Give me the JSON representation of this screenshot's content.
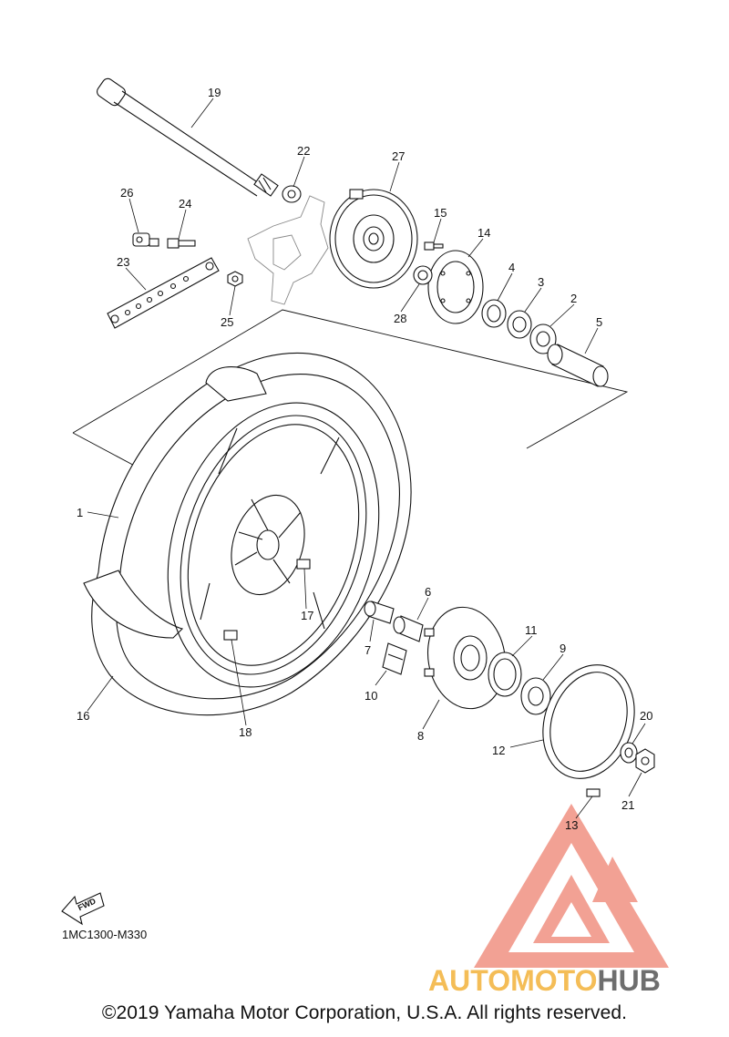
{
  "diagram": {
    "code": "1MC1300-M330",
    "fwd_label": "FWD",
    "copyright": "©2019 Yamaha Motor Corporation, U.S.A. All rights reserved.",
    "callouts": [
      "1",
      "2",
      "3",
      "4",
      "5",
      "6",
      "7",
      "8",
      "9",
      "10",
      "11",
      "12",
      "13",
      "14",
      "15",
      "16",
      "17",
      "18",
      "19",
      "20",
      "21",
      "22",
      "23",
      "24",
      "25",
      "26",
      "27",
      "28"
    ]
  },
  "watermark": {
    "part1": "AUTOMOTO",
    "part2": "HUB",
    "color_primary": "#f08a7a",
    "color_accent": "#f3b23a",
    "color_dark": "#555555"
  }
}
